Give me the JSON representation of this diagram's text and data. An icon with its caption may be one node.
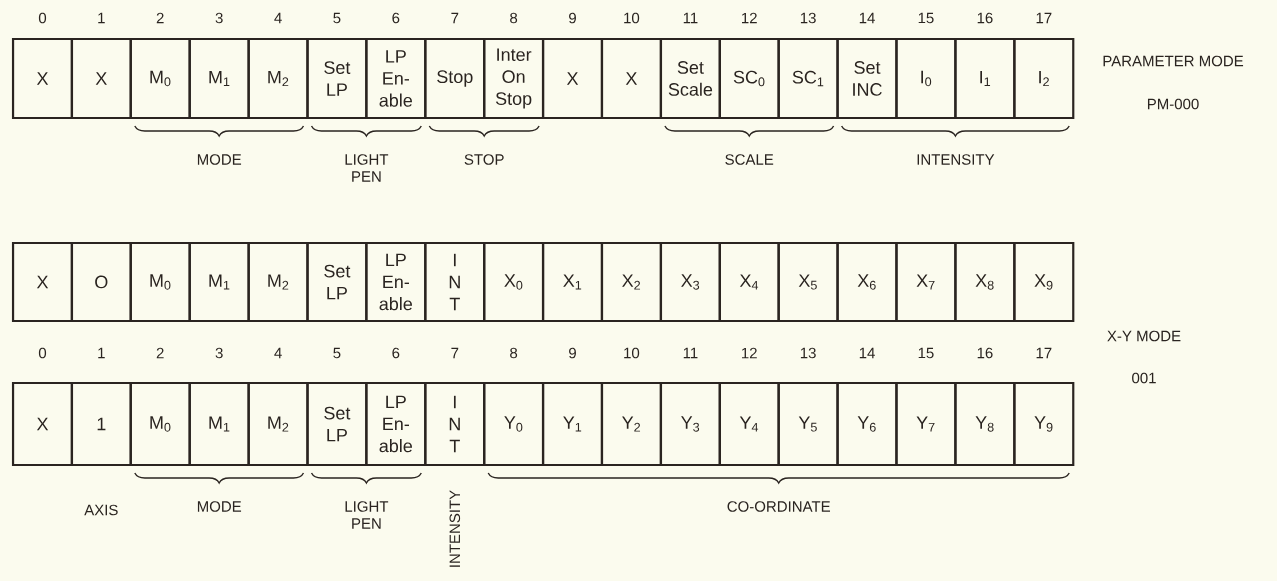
{
  "diagram": {
    "nodes": [
      {
        "text": [
          "X"
        ]
      },
      {
        "text": [
          "X"
        ]
      },
      {
        "text": [
          "M$_{0}$"
        ]
      },
      {
        "text": [
          "M$_{1}$"
        ]
      },
      {
        "text": [
          "M$_{2}$"
        ]
      },
      {
        "text": [
          "Set LP"
        ]
      },
      {
        "text": [
          "LP En- able"
        ]
      },
      {
        "text": [
          "Stop"
        ]
      },
      {
        "text": [
          "Inter On Stop"
        ]
      },
      {
        "text": [
          "X"
        ]
      },
      {
        "text": [
          "X"
        ]
      },
      {
        "text": [
          "Set Scale"
        ]
      },
      {
        "text": [
          "SC$_{0}$"
        ]
      },
      {
        "text": [
          "SC$_{1}$"
        ]
      },
      {
        "text": [
          "Set INC"
        ]
      },
      {
        "text": [
          "I$_{0}$"
        ]
      },
      {
        "text": [
          "I$_{1}$"
        ]
      },
      {
        "text": [
          "I$_{2}$"
        ]
      },
      {
        "text": [
          "X"
        ]
      },
      {
        "text": [
          "O"
        ]
      },
      {
        "text": [
          "M$_{0}$"
        ]
      },
      {
        "text": [
          "M$_{1}$"
        ]
      },
      {
        "text": [
          "M$_{2}$"
        ]
      },
      {
        "text": [
          "Set LP"
        ]
      },
      {
        "text": [
          "LP En- able"
        ]
      },
      {
        "text": [
          "I N T"
        ]
      },
      {
        "text": [
          "X$_{0}$"
        ]
      },
      {
        "text": [
          "X$_{1}$"
        ]
      },
      {
        "text": [
          "X$_{2}$"
        ]
      },
      {
        "text": [
          "X$_{3}$"
        ]
      },
      {
        "text": [
          "X$_{4}$"
        ]
      },
      {
        "text": [
          "X$_{5}$"
        ]
      },
      {
        "text": [
          "X$_{6}$"
        ]
      },
      {
        "text": [
          "X$_{7}$"
        ]
      },
      {
        "text": [
          "X$_{8}$"
        ]
      },
      {
        "text": [
          "X$_{9}$"
        ]
      },
      {
        "text": [
          "X"
        ]
      },
      {
        "text": [
          "1"
        ]
      },
      {
        "text": [
          "M$_{0}$"
        ]
      },
      {
        "text": [
          "M$_{1}$"
        ]
      },
      {
        "text": [
          "M$_{2}$"
        ]
      },
      {
        "text": [
          "Set LP"
        ]
      },
      {
        "text": [
          "LP En- able"
        ]
      },
      {
        "text": [
          "I N T"
        ]
      },
      {
        "text": [
          "Y$_{0}$"
        ]
      },
      {
        "text": [
          "Y$_{1}$"
        ]
      },
      {
        "text": [
          "Y$_{2}$"
        ]
      },
      {
        "text": [
          "Y$_{3}$"
        ]
      },
      {
        "text": [
          "Y$_{4}$"
        ]
      },
      {
        "text": [
          "Y$_{5}$"
        ]
      },
      {
        "text": [
          "Y$_{6}$"
        ]
      },
      {
        "text": [
          "Y$_{7}$"
        ]
      },
      {
        "text": [
          "Y$_{8}$"
        ]
      },
      {
        "text": [
          "Y$_{9}$"
        ]
      }
    ],
    "labels": [
      "0",
      "1",
      "2",
      "3",
      "4",
      "5",
      "6",
      "7",
      "8",
      "9",
      "10",
      "11",
      "12",
      "13",
      "14",
      "15",
      "16",
      "17",
      "PARAMETER MODE",
      "PM-000",
      "MODE",
      "LIGHT PEN",
      "STOP",
      "SCALE",
      "INTENSITY",
      "X-Y MODE",
      "0",
      "1",
      "2",
      "3",
      "4",
      "5",
      "6",
      "7",
      "8",
      "9",
      "10",
      "11",
      "12",
      "13",
      "14",
      "15",
      "16",
      "17",
      "001",
      "AXIS",
      "MODE",
      "LIGHT PEN",
      "INTENSITY",
      "CO-ORDINATE"
    ]
  }
}
